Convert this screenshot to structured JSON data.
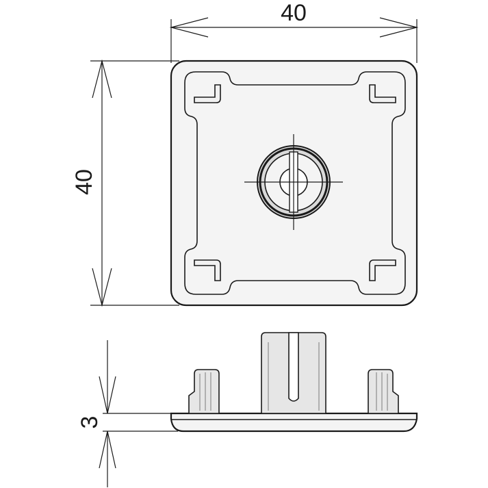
{
  "dimensions": {
    "top_width": "40",
    "top_height": "40",
    "base_thickness": "3"
  }
}
